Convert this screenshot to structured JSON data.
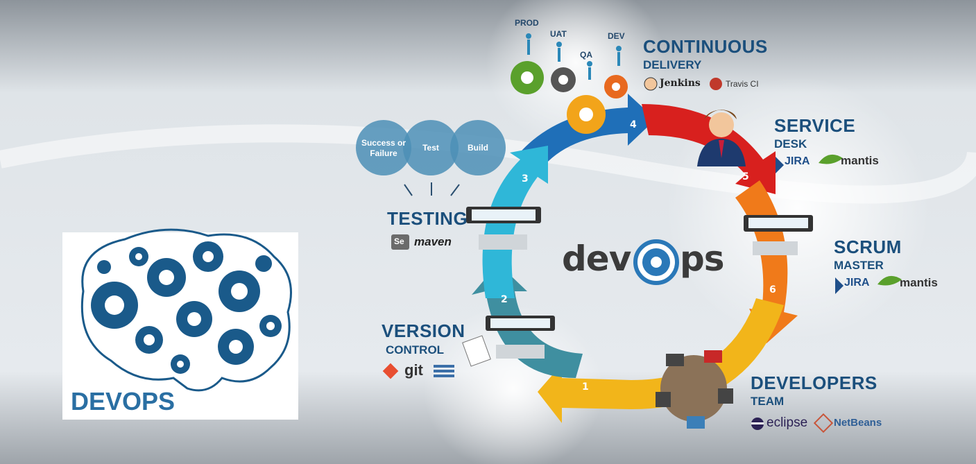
{
  "brand": {
    "title": "DEVOPS"
  },
  "center_logo": {
    "left": "dev",
    "right": "ps"
  },
  "stages": {
    "continuous_delivery": {
      "title": "CONTINUOUS",
      "subtitle": "DELIVERY",
      "tools": [
        "Jenkins",
        "Travis CI"
      ],
      "environments": [
        "PROD",
        "UAT",
        "QA",
        "DEV"
      ]
    },
    "service_desk": {
      "title": "SERVICE",
      "subtitle": "DESK",
      "tools": [
        "JIRA",
        "mantis"
      ]
    },
    "scrum_master": {
      "title": "SCRUM",
      "subtitle": "MASTER",
      "tools": [
        "JIRA",
        "mantis"
      ]
    },
    "developers_team": {
      "title": "DEVELOPERS",
      "subtitle": "TEAM",
      "tools": [
        "eclipse",
        "NetBeans"
      ]
    },
    "version_control": {
      "title": "VERSION",
      "subtitle": "CONTROL",
      "tools": [
        "git"
      ]
    },
    "testing": {
      "title": "TESTING",
      "tools": [
        "Se",
        "maven"
      ],
      "cycle": [
        "Success or Failure",
        "Test",
        "Build"
      ]
    }
  },
  "steps": [
    "1",
    "2",
    "3",
    "4",
    "5",
    "6"
  ],
  "colors": {
    "title": "#1b4f7c",
    "step1": "#f2b51a",
    "step2": "#3f8fa0",
    "step3": "#2fb7d8",
    "step4": "#1f6fb8",
    "step5": "#d8201e",
    "step6": "#f07a1a"
  }
}
